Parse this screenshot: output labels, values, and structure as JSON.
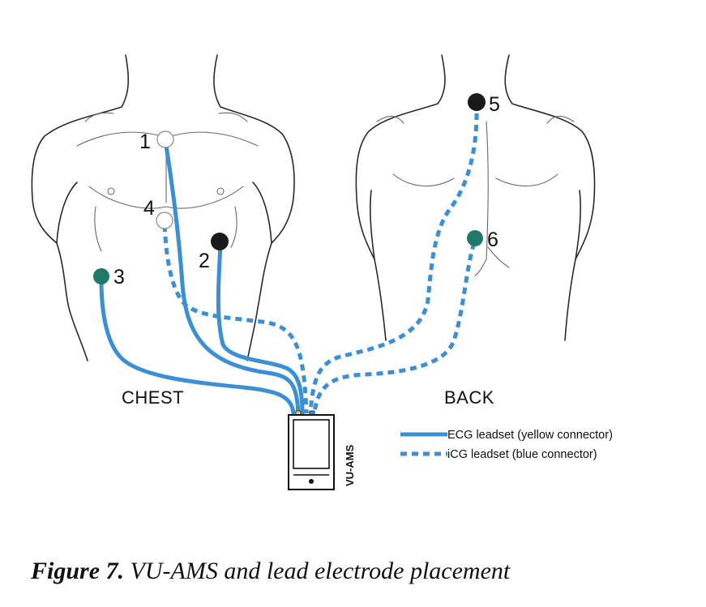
{
  "diagram": {
    "electrodes": [
      {
        "number": "1",
        "color": "#ffffff"
      },
      {
        "number": "2",
        "color": "#1a1a1a"
      },
      {
        "number": "3",
        "color": "#1f7a6a"
      },
      {
        "number": "4",
        "color": "#ffffff"
      },
      {
        "number": "5",
        "color": "#1a1a1a"
      },
      {
        "number": "6",
        "color": "#1f7a6a"
      }
    ],
    "labels": {
      "chest": "CHEST",
      "back": "BACK",
      "device": "VU-AMS"
    },
    "legend": {
      "ecg": "ECG leadset (yellow connector)",
      "icg": "iCG leadset (blue connector)"
    },
    "colors": {
      "lead": "#3b8fd4",
      "outline": "#2a2a2a",
      "ecg_connector": "#e8d840"
    }
  },
  "caption": {
    "label": "Figure 7.",
    "text": "VU-AMS and lead electrode placement"
  }
}
